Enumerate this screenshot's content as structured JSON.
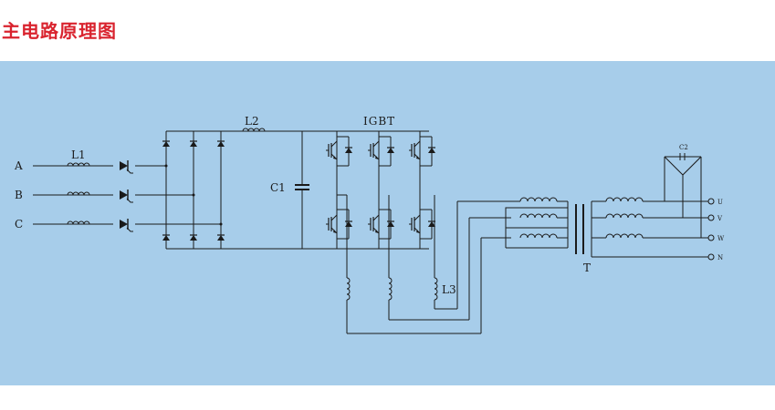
{
  "title": "主电路原理图",
  "diagram": {
    "phase_inputs": [
      "A",
      "B",
      "C"
    ],
    "labels": {
      "l1": "L1",
      "l2": "L2",
      "l3": "L3",
      "c1": "C1",
      "c2": "C2",
      "igbt": "IGBT",
      "transformer": "T"
    },
    "outputs": [
      "U",
      "V",
      "W",
      "N"
    ]
  },
  "colors": {
    "title": "#d9232e",
    "panel": "#a7cdea",
    "line": "#1a1a1a"
  }
}
